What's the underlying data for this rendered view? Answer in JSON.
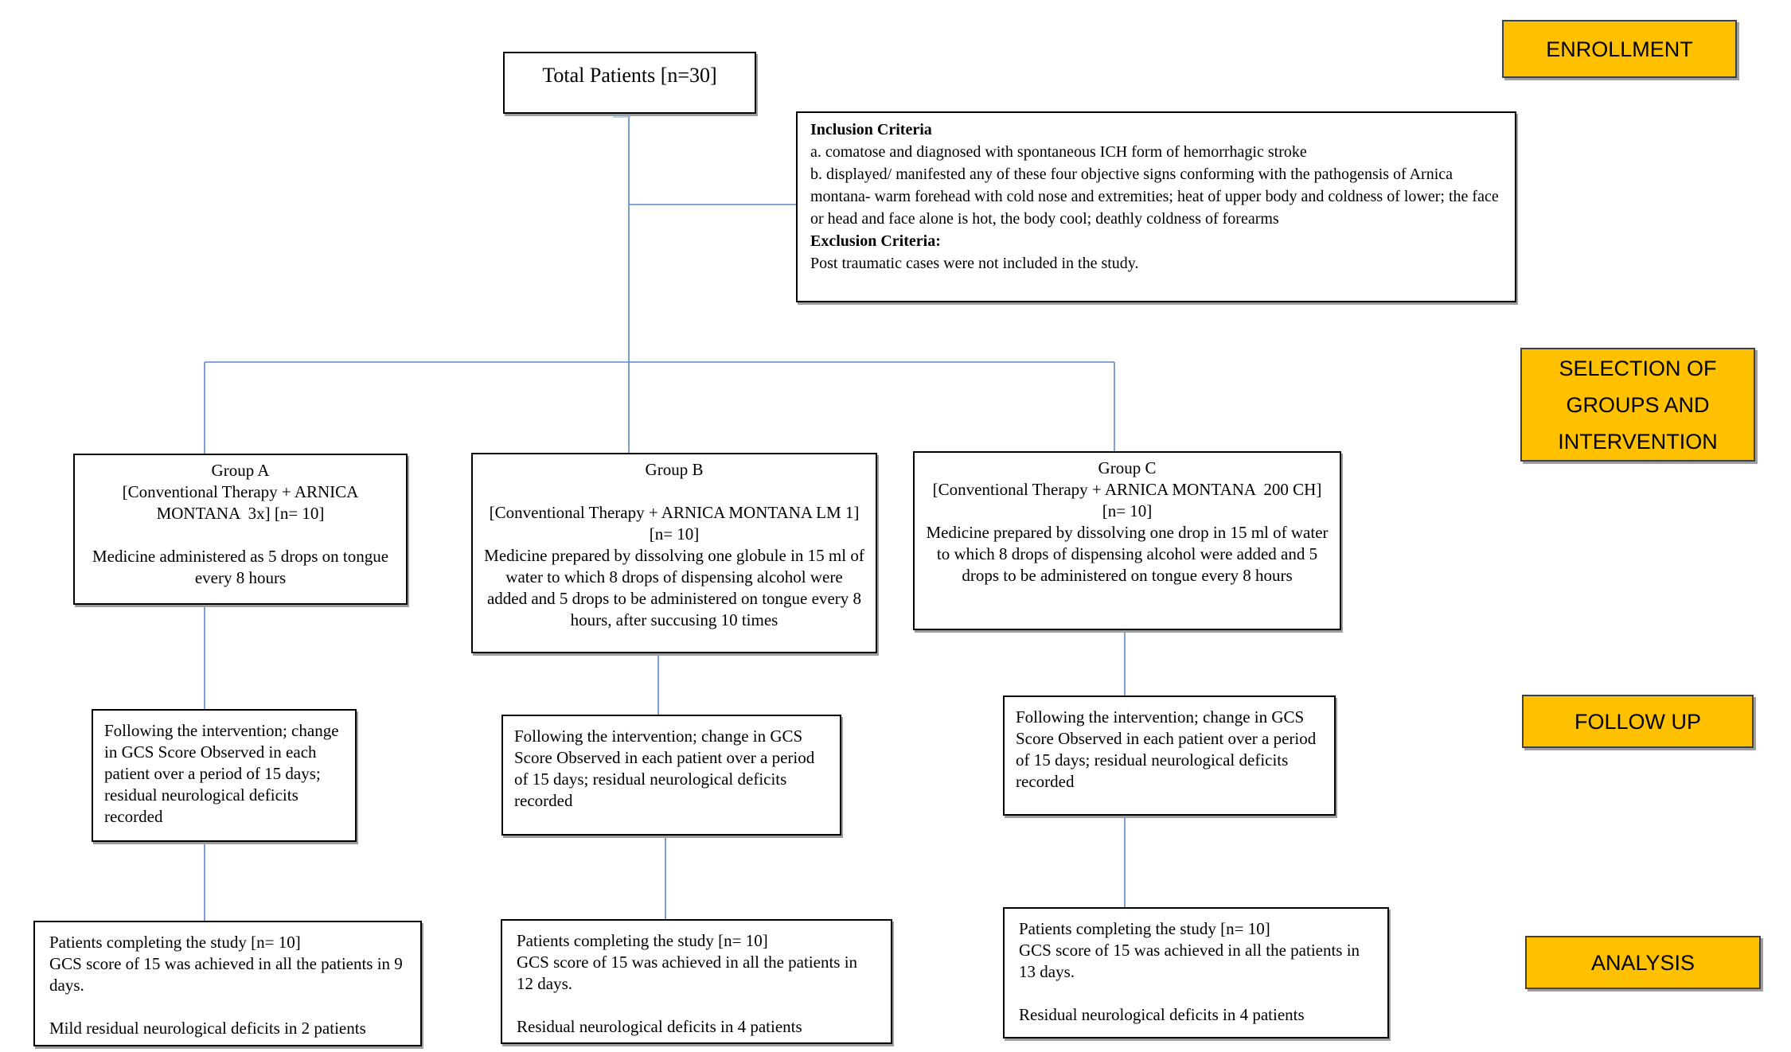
{
  "colors": {
    "stage_label_bg": "#FFC000",
    "stage_label_border": "#404040",
    "connector_blue": "#5B85C9",
    "connector_light_blue": "#9DC3E6",
    "box_border": "#000000",
    "box_shadow": "#9e9e9e"
  },
  "total_patients": {
    "text": "Total Patients [n=30]"
  },
  "criteria": {
    "inclusion_heading": "Inclusion Criteria",
    "inclusion_a": "a. comatose and diagnosed with spontaneous ICH form of hemorrhagic stroke",
    "inclusion_b": "b. displayed/ manifested any of these four objective signs conforming with the pathogensis of Arnica montana- warm forehead with cold nose and extremities; heat of upper body and coldness of lower; the face or head and face alone is hot, the body cool; deathly coldness of forearms",
    "exclusion_heading": "Exclusion Criteria:",
    "exclusion_text": "Post traumatic cases were not included in the study."
  },
  "groups": [
    {
      "title": "Group A",
      "arm": "[Conventional Therapy + ARNICA MONTANA  3x] [n= 10]",
      "description": "Medicine administered as 5 drops on tongue every 8 hours"
    },
    {
      "title": "Group B",
      "arm": "[Conventional Therapy + ARNICA MONTANA LM 1]  [n= 10]",
      "description": "Medicine prepared by dissolving one globule in 15 ml of water to which 8 drops of dispensing alcohol were added and 5 drops to be administered on tongue every 8 hours, after succusing 10 times"
    },
    {
      "title": "Group C",
      "arm": "[Conventional Therapy + ARNICA MONTANA  200 CH] [n= 10]",
      "description": "Medicine prepared by dissolving one drop in 15 ml of water to which 8 drops of dispensing alcohol were added and 5 drops to be administered on tongue every 8 hours"
    }
  ],
  "followups": [
    {
      "text": "Following the intervention; change in GCS Score Observed in each patient over a period of 15 days; residual neurological deficits recorded"
    },
    {
      "text": "Following the intervention; change in GCS Score Observed in each patient over a period of 15 days; residual neurological deficits recorded"
    },
    {
      "text": "Following the intervention; change in GCS Score Observed in each patient over a period of 15 days; residual neurological deficits recorded"
    }
  ],
  "analysis": [
    {
      "completing": "Patients completing the study [n= 10]",
      "achieved": "GCS score of 15 was achieved in all the patients in 9 days.",
      "residual": "Mild residual neurological deficits in 2 patients"
    },
    {
      "completing": "Patients completing the study [n= 10]",
      "achieved": "GCS score of 15 was achieved in all the patients in 12 days.",
      "residual": "Residual neurological deficits in 4 patients"
    },
    {
      "completing": "Patients completing the study [n= 10]",
      "achieved": "GCS score of 15 was achieved in all the patients in 13 days.",
      "residual": "Residual neurological deficits in 4 patients"
    }
  ],
  "stage_labels": [
    {
      "text": "ENROLLMENT"
    },
    {
      "text": "SELECTION OF GROUPS AND INTERVENTION"
    },
    {
      "text": "FOLLOW UP"
    },
    {
      "text": "ANALYSIS"
    }
  ]
}
